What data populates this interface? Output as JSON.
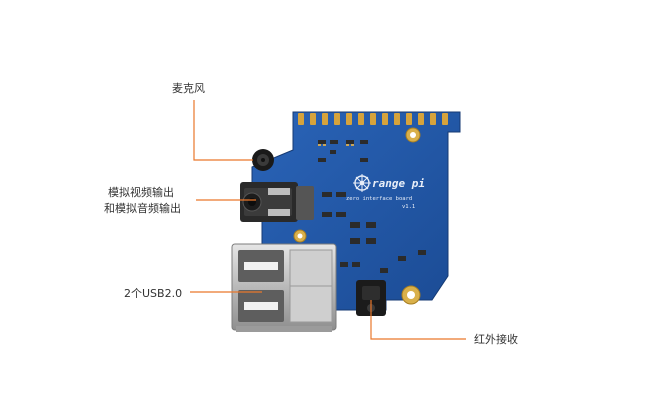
{
  "labels": {
    "microphone": "麦克风",
    "av_line1": "模拟视频输出",
    "av_line2": "和模拟音频输出",
    "usb": "2个USB2.0",
    "ir": "红外接收"
  },
  "board": {
    "logo_text": "range pi",
    "subtitle": "zero interface board",
    "version": "v1.1"
  },
  "colors": {
    "pcb": "#1f57a8",
    "pcb_dark": "#173f7e",
    "header_gold": "#d6a33c",
    "leader_line": "#e9772b",
    "text": "#333333"
  }
}
